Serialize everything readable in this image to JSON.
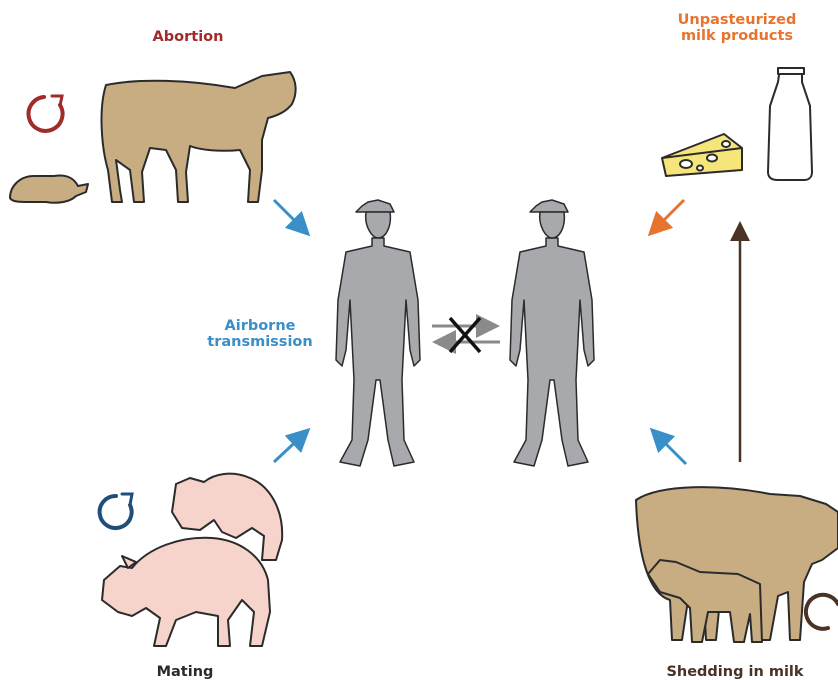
{
  "labels": {
    "abortion": "Abortion",
    "unpasteurized_line1": "Unpasteurized",
    "unpasteurized_line2": "milk products",
    "airborne_line1": "Airborne",
    "airborne_line2": "transmission",
    "mating": "Mating",
    "shedding": "Shedding in milk"
  },
  "colors": {
    "abortion_red": "#a12a2a",
    "unpasteurized_orange": "#e8732e",
    "airborne_blue": "#3a8fc9",
    "mating_navy": "#1f4e79",
    "shedding_brown": "#4a3324",
    "cow_tan": "#c8ad83",
    "pig_pink": "#f6d3cb",
    "human_gray": "#a7a9ac"
  }
}
